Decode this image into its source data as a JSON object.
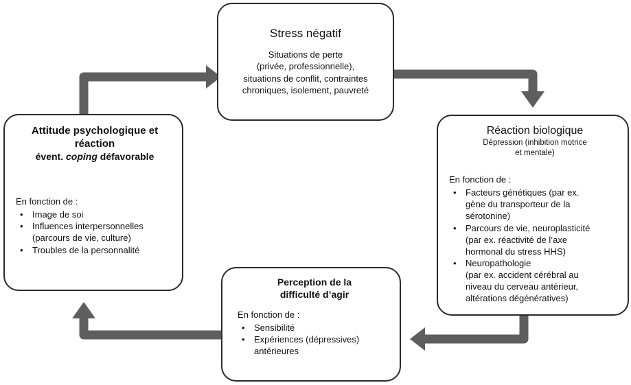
{
  "colors": {
    "arrow": "#5e5e5e",
    "border": "#2a2a2a",
    "text": "#111111"
  },
  "stress": {
    "title": "Stress négatif",
    "lines": [
      "Situations de perte",
      "(privée, professionnelle),",
      "situations de conflit, contraintes",
      "chroniques, isolement, pauvreté"
    ]
  },
  "bio": {
    "title": "Réaction biologique",
    "subtitle_lines": [
      "Dépression (inhibition motrice",
      "et mentale)"
    ],
    "intro": "En fonction de :",
    "items": [
      [
        "Facteurs génétiques (par ex.",
        "gène du transporteur de la",
        "sérotonine)"
      ],
      [
        "Parcours de vie, neuroplasticité",
        "(par ex. réactivité de l’axe",
        "hormonal du stress HHS)"
      ],
      [
        "Neuropathologie",
        "(par ex. accident cérébral au",
        "niveau du cerveau antérieur,",
        "altérations dégénératives)"
      ]
    ]
  },
  "attitude": {
    "title_lines": [
      "Attitude psychologique et",
      "réaction"
    ],
    "subtitle_pre": "évent. ",
    "subtitle_em": "coping",
    "subtitle_post": " défavorable",
    "intro": "En fonction de :",
    "items": [
      [
        "Image de soi"
      ],
      [
        "Influences interpersonnelles",
        "(parcours de vie, culture)"
      ],
      [
        "Troubles de la personnalité"
      ]
    ]
  },
  "perception": {
    "title_lines": [
      "Perception de la",
      "difficulté d’agir"
    ],
    "intro": "En fonction de :",
    "items": [
      [
        "Sensibilité"
      ],
      [
        "Expériences (dépressives)",
        "antérieures"
      ]
    ]
  }
}
